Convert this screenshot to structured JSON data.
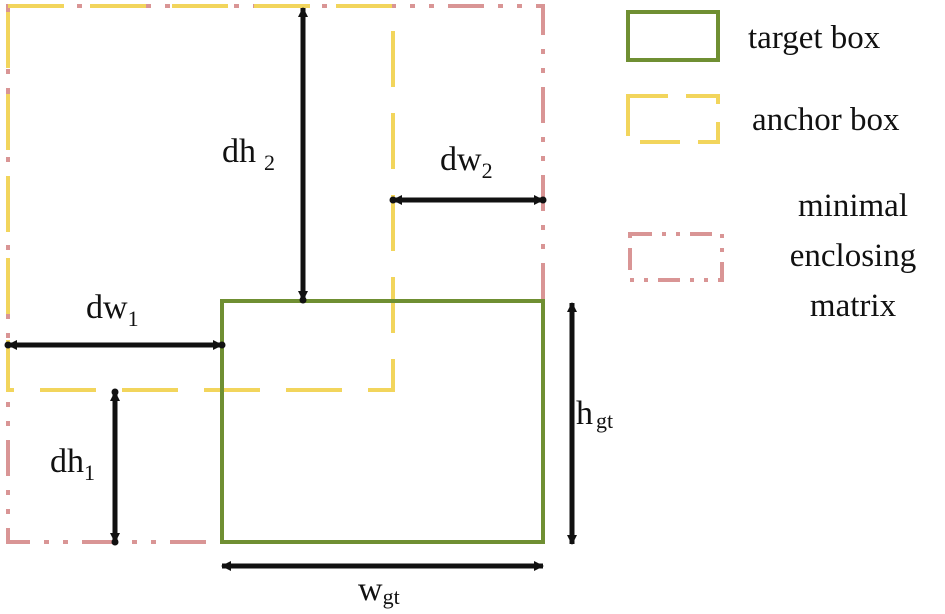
{
  "colors": {
    "target": "#6f8f32",
    "anchor": "#f2d55c",
    "enclosing": "#d99595",
    "arrow": "#111111"
  },
  "labels": {
    "dh2_main": "dh",
    "dh2_sub": "2",
    "dw2_main": "dw",
    "dw2_sub": "2",
    "dw1_main": "dw",
    "dw1_sub": "1",
    "dh1_main": "dh",
    "dh1_sub": "1",
    "hgt_main": "h",
    "hgt_sub": "gt",
    "wgt_main": "w",
    "wgt_sub": "gt"
  },
  "legend": {
    "target": "target box",
    "anchor": "anchor box",
    "enclosing_line1": "minimal",
    "enclosing_line2": "enclosing",
    "enclosing_line3": "matrix"
  }
}
